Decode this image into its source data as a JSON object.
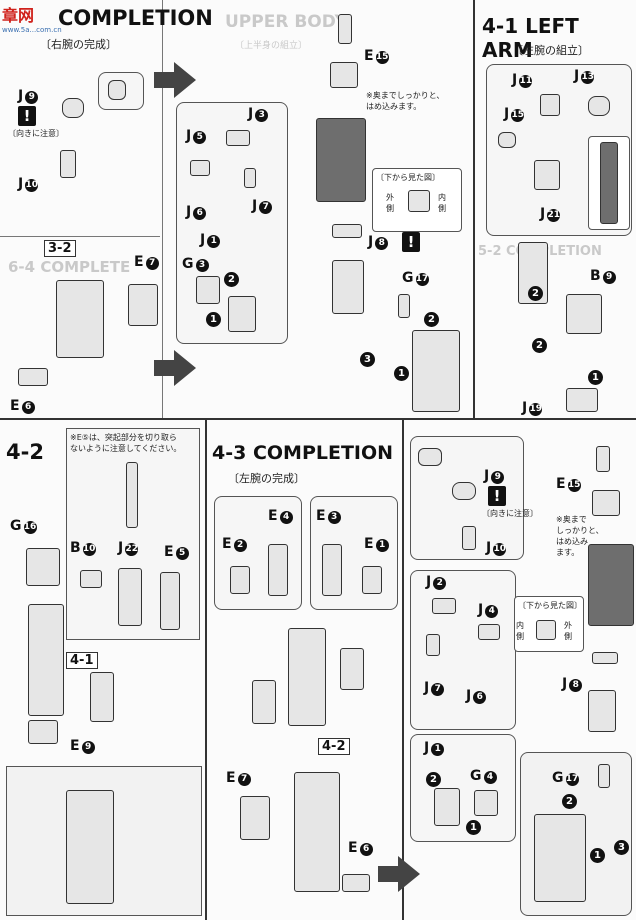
{
  "watermark": {
    "logo": "章网",
    "url": "www.5a...com.cn"
  },
  "sections": {
    "right_completion": {
      "title": "COMPLETION",
      "subtitle": "〔右腕の完成〕"
    },
    "left_arm": {
      "num": "4-1",
      "title": "LEFT ARM",
      "subtitle": "〔左腕の組立〕"
    },
    "s4_2": {
      "num": "4-2"
    },
    "s4_3": {
      "num": "4-3",
      "title": "COMPLETION",
      "subtitle": "〔左腕の完成〕"
    }
  },
  "ghost_text": {
    "upper_body": "UPPER BODY",
    "upper_body_sub": "〔上半身の組立〕",
    "complete_6": "6-4 COMPLETE",
    "completion_5": "5-2 COMPLETION"
  },
  "notes": {
    "caution": "〔向きに注意〕",
    "insert_firmly": [
      "※奥までしっかりと、",
      "はめ込みます。"
    ],
    "insert_firmly_2": [
      "※奥まで",
      "しっかりと、",
      "はめ込み",
      "ます。"
    ],
    "bottom_view": "〔下から見た図〕",
    "outer": "外側",
    "inner": "内側",
    "e5_note": [
      "※E⑤は、突起部分を切り取ら",
      "ないように注意してください。"
    ]
  },
  "ref_labels": {
    "r3_2": "3-2",
    "r4_1": "4-1",
    "r4_2": "4-2"
  },
  "labels": {
    "tl_j9": {
      "l": "J",
      "n": "9"
    },
    "tl_j10": {
      "l": "J",
      "n": "10"
    },
    "tl_e7": {
      "l": "E",
      "n": "7"
    },
    "tl_e6": {
      "l": "E",
      "n": "6"
    },
    "m_j5": {
      "l": "J",
      "n": "5"
    },
    "m_j3": {
      "l": "J",
      "n": "3"
    },
    "m_j6": {
      "l": "J",
      "n": "6"
    },
    "m_j7": {
      "l": "J",
      "n": "7"
    },
    "m_j1": {
      "l": "J",
      "n": "1"
    },
    "m_g3": {
      "l": "G",
      "n": "3"
    },
    "c_e15": {
      "l": "E",
      "n": "15"
    },
    "c_j8": {
      "l": "J",
      "n": "8"
    },
    "c_g17": {
      "l": "G",
      "n": "17"
    },
    "la_j11": {
      "l": "J",
      "n": "11"
    },
    "la_j13": {
      "l": "J",
      "n": "13"
    },
    "la_j15": {
      "l": "J",
      "n": "15"
    },
    "la_j21": {
      "l": "J",
      "n": "21"
    },
    "la_b9": {
      "l": "B",
      "n": "9"
    },
    "la_j19": {
      "l": "J",
      "n": "19"
    },
    "s42_g16": {
      "l": "G",
      "n": "16"
    },
    "s42_b10": {
      "l": "B",
      "n": "10"
    },
    "s42_j22": {
      "l": "J",
      "n": "22"
    },
    "s42_e5": {
      "l": "E",
      "n": "5"
    },
    "s42_e9": {
      "l": "E",
      "n": "9"
    },
    "s43_e2": {
      "l": "E",
      "n": "2"
    },
    "s43_e4": {
      "l": "E",
      "n": "4"
    },
    "s43_e3": {
      "l": "E",
      "n": "3"
    },
    "s43_e1": {
      "l": "E",
      "n": "1"
    },
    "s43_e7": {
      "l": "E",
      "n": "7"
    },
    "s43_e6": {
      "l": "E",
      "n": "6"
    },
    "br_j9": {
      "l": "J",
      "n": "9"
    },
    "br_j10": {
      "l": "J",
      "n": "10"
    },
    "br_e15": {
      "l": "E",
      "n": "15"
    },
    "br_j2": {
      "l": "J",
      "n": "2"
    },
    "br_j4": {
      "l": "J",
      "n": "4"
    },
    "br_j7": {
      "l": "J",
      "n": "7"
    },
    "br_j6": {
      "l": "J",
      "n": "6"
    },
    "br_j8": {
      "l": "J",
      "n": "8"
    },
    "br_j1": {
      "l": "J",
      "n": "1"
    },
    "br_g4": {
      "l": "G",
      "n": "4"
    },
    "br_g17": {
      "l": "G",
      "n": "17"
    }
  },
  "step_numbers": {
    "one": "1",
    "two": "2",
    "three": "3"
  },
  "warning_mark": "!"
}
